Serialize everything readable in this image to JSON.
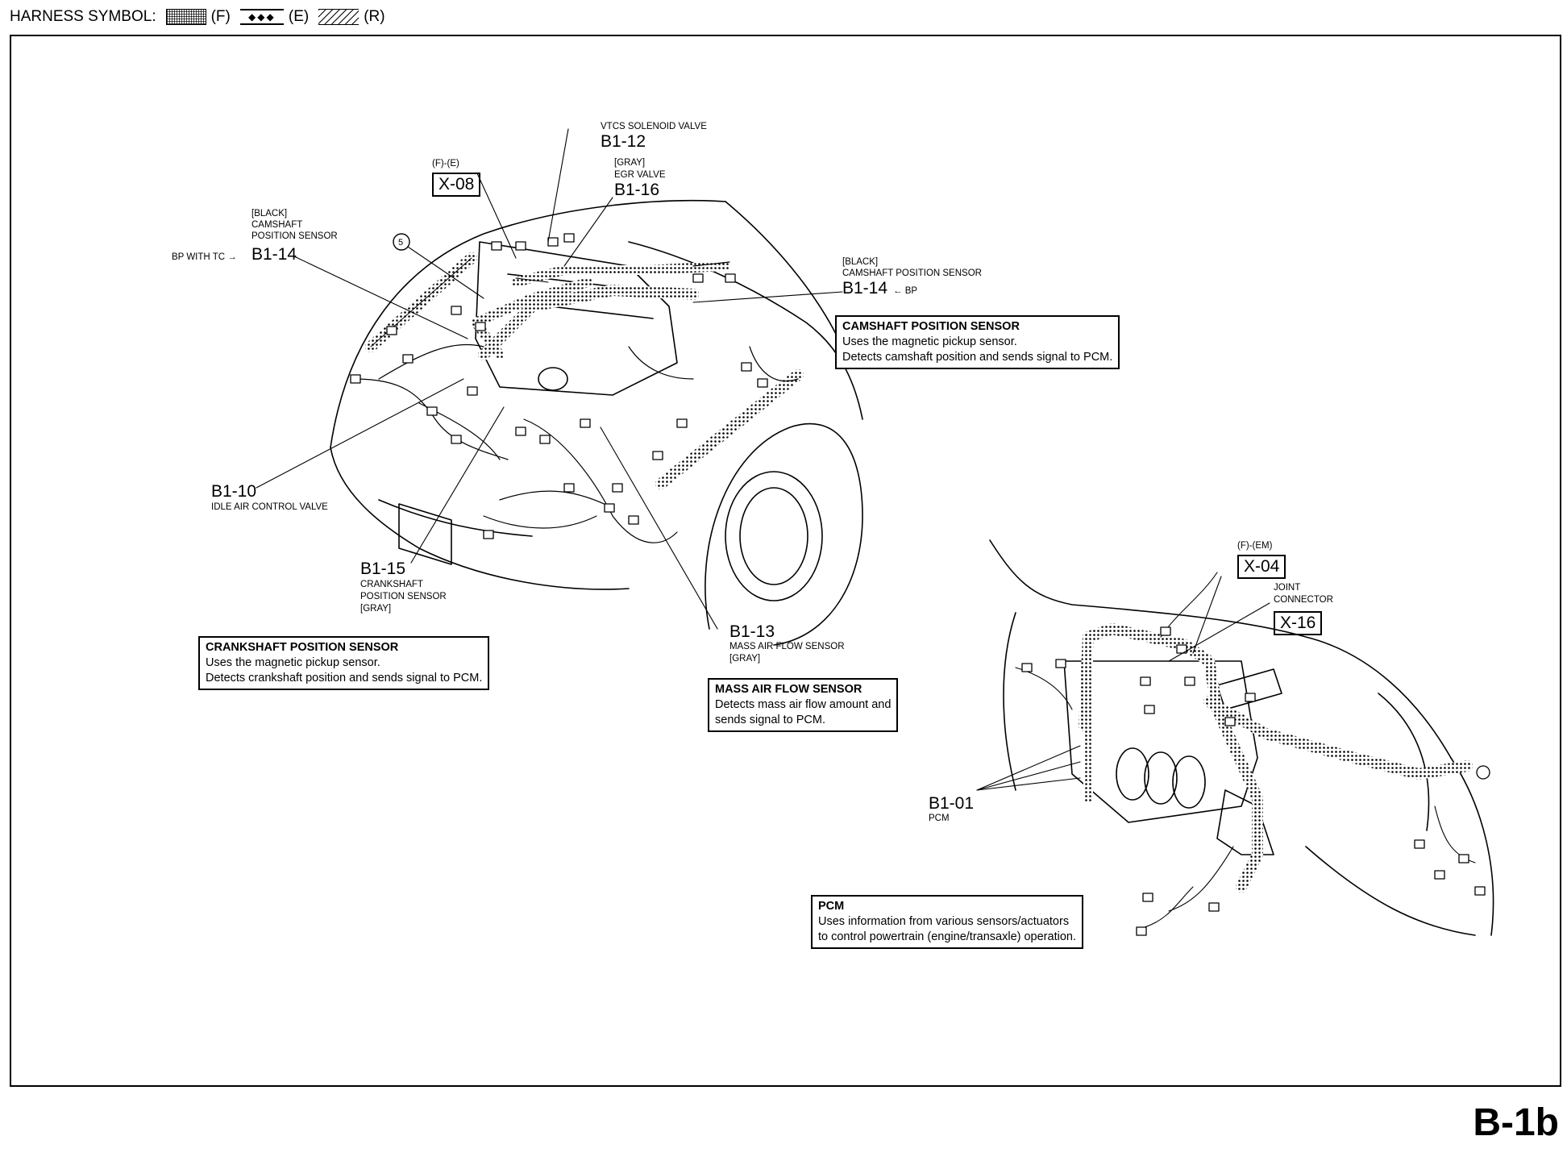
{
  "harness": {
    "label": "HARNESS SYMBOL:",
    "symbols": [
      {
        "code": "(F)"
      },
      {
        "code": "(E)",
        "glyph": "◆◆◆"
      },
      {
        "code": "(R)"
      }
    ]
  },
  "callouts": {
    "vtcs_title": "VTCS SOLENOID VALVE",
    "vtcs_code": "B1-12",
    "egr_color": "[GRAY]",
    "egr_title": "EGR VALVE",
    "egr_code": "B1-16",
    "x08_note": "(F)-(E)",
    "x08_code": "X-08",
    "cam1_color": "[BLACK]",
    "cam1_title1": "CAMSHAFT",
    "cam1_title2": "POSITION SENSOR",
    "cam1_prefix": "BP WITH TC →",
    "cam1_code": "B1-14",
    "circle5": "5",
    "cam2_color": "[BLACK]",
    "cam2_title": "CAMSHAFT POSITION SENSOR",
    "cam2_code": "B1-14",
    "cam2_suffix": "← BP",
    "iac_code": "B1-10",
    "iac_title": "IDLE AIR CONTROL VALVE",
    "ckp_code": "B1-15",
    "ckp_title1": "CRANKSHAFT",
    "ckp_title2": "POSITION SENSOR",
    "ckp_color": "[GRAY]",
    "maf_code": "B1-13",
    "maf_title": "MASS AIR FLOW SENSOR",
    "maf_color": "[GRAY]",
    "x04_note": "(F)-(EM)",
    "x04_code": "X-04",
    "joint1": "JOINT",
    "joint2": "CONNECTOR",
    "x16_code": "X-16",
    "pcm_code": "B1-01",
    "pcm_title": "PCM"
  },
  "info_boxes": {
    "camshaft": {
      "title": "CAMSHAFT POSITION SENSOR",
      "line1": "Uses the magnetic pickup sensor.",
      "line2": "Detects camshaft position and sends signal to PCM."
    },
    "crankshaft": {
      "title": "CRANKSHAFT POSITION SENSOR",
      "line1": "Uses the magnetic pickup sensor.",
      "line2": "Detects crankshaft position and sends signal to PCM."
    },
    "maf": {
      "title": "MASS AIR FLOW SENSOR",
      "line1": "Detects mass air flow amount and",
      "line2": "sends signal to PCM."
    },
    "pcm": {
      "title": "PCM",
      "line1": "Uses information from various sensors/actuators",
      "line2": "to control powertrain (engine/transaxle) operation."
    }
  },
  "page_number": "B-1b"
}
